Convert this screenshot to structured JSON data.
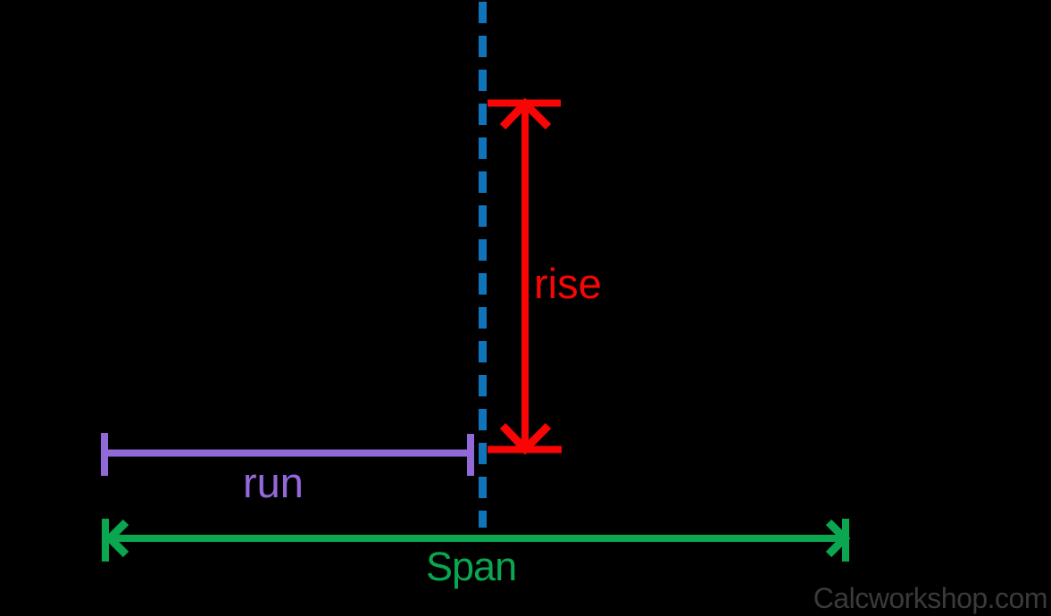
{
  "canvas": {
    "background": "#000000"
  },
  "labels": {
    "rise": "rise",
    "run": "run",
    "span": "Span"
  },
  "watermark": {
    "text": "Calcworkshop.com",
    "color": "#3A3A3A"
  },
  "colors": {
    "centerline": "#1074BA",
    "rise": "#F90505",
    "run": "#9169D9",
    "span": "#0AA650"
  }
}
